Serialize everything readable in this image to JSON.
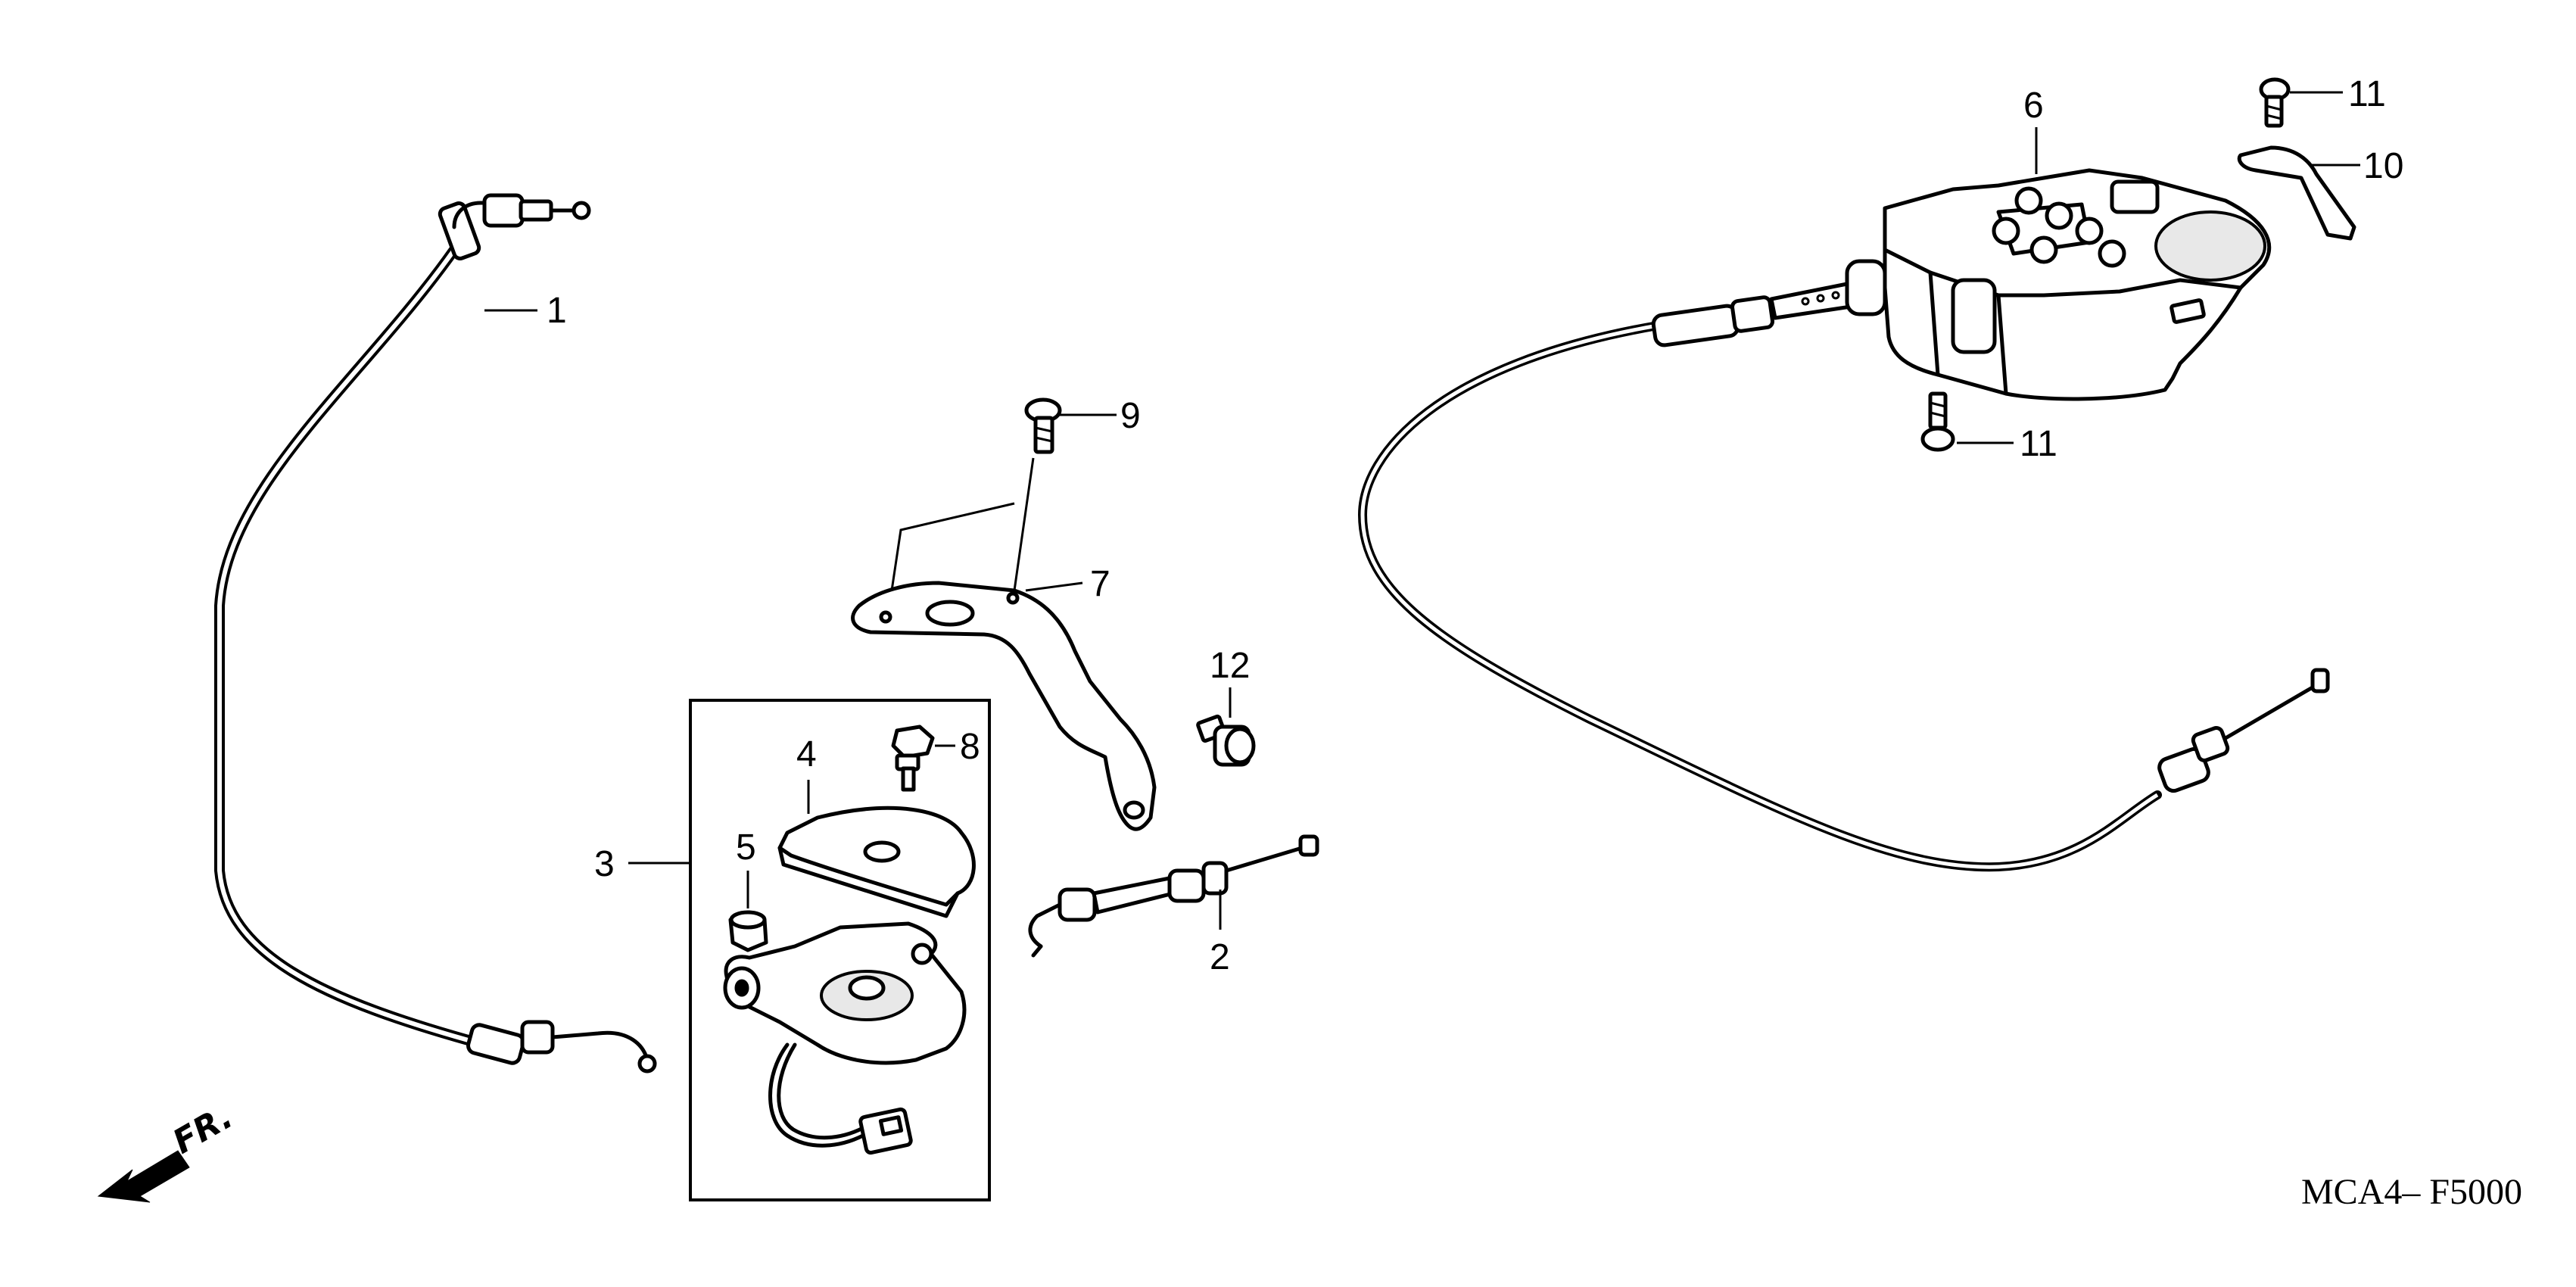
{
  "diagram": {
    "part_labels": {
      "p1": "1",
      "p2": "2",
      "p3": "3",
      "p4": "4",
      "p5": "5",
      "p6": "6",
      "p7": "7",
      "p8": "8",
      "p9": "9",
      "p10": "10",
      "p11a": "11",
      "p11b": "11",
      "p12": "12"
    },
    "direction_label": "FR.",
    "diagram_code": "MCA4– F5000"
  }
}
